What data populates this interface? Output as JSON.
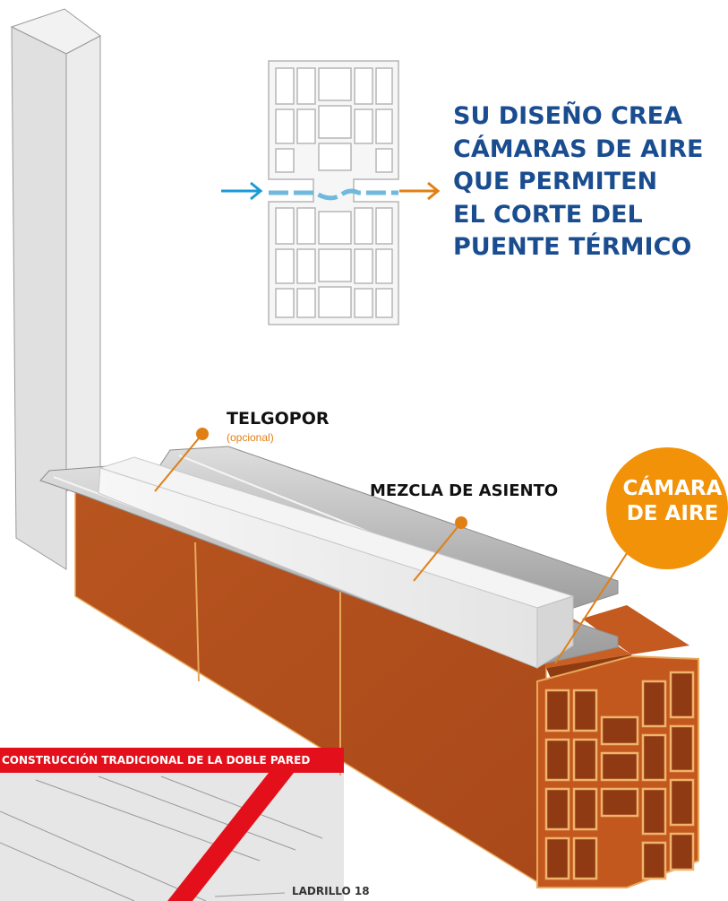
{
  "headline": {
    "lines": [
      "SU DISEÑO CREA",
      "CÁMARAS DE AIRE",
      "QUE PERMITEN",
      "EL CORTE DEL",
      "PUENTE TÉRMICO"
    ]
  },
  "labels": {
    "telgopor": "TELGOPOR",
    "telgopor_note": "(opcional)",
    "mezcla": "MEZCLA DE ASIENTO",
    "camara_line1": "CÁMARA",
    "camara_line2": "DE AIRE"
  },
  "inset": {
    "banner": "CONSTRUCCIÓN TRADICIONAL  DE LA DOBLE PARED",
    "ladrillo_label": "LADRILLO 18"
  },
  "colors": {
    "headline": "#1a4d8f",
    "accent_orange": "#f29208",
    "brick": "#b5531f",
    "banner_red": "#e3101b",
    "cold_arrow": "#1a9bd8",
    "warm_arrow": "#e07f14"
  },
  "icons": {
    "cold_arrow": "arrow-right-icon",
    "warm_arrow": "arrow-right-icon"
  }
}
